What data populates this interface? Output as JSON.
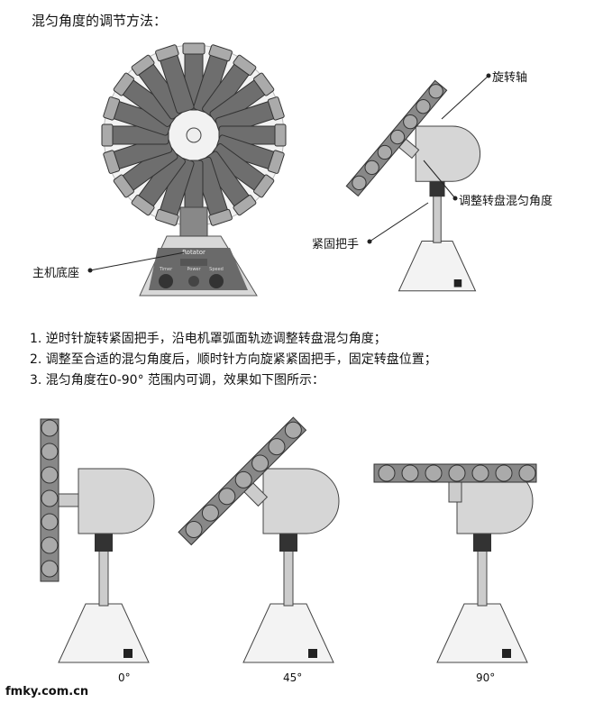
{
  "title": "混匀角度的调节方法：",
  "labels": {
    "rotation_axis": "旋转轴",
    "adjust_angle": "调整转盘混匀角度",
    "tighten_handle": "紧固把手",
    "base": "主机底座"
  },
  "device_panel": {
    "brand": "Rotator",
    "knobs": [
      "Timer",
      "Power",
      "Speed"
    ]
  },
  "steps": [
    "1. 逆时针旋转紧固把手，沿电机罩弧面轨迹调整转盘混匀角度；",
    "2. 调整至合适的混匀角度后，顺时针方向旋紧紧固把手，固定转盘位置；",
    "3. 混匀角度在0-90° 范围内可调，效果如下图所示："
  ],
  "angles": [
    "0°",
    "45°",
    "90°"
  ],
  "footer": "fmky.com.cn"
}
